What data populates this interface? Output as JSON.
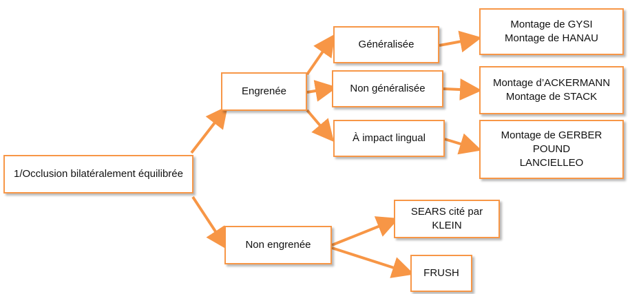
{
  "accent_color": "#f79646",
  "nodes": {
    "root": {
      "label": "1/Occlusion bilatéralement équilibrée"
    },
    "engrenee": {
      "label": "Engrenée"
    },
    "non_engrenee": {
      "label": "Non engrenée"
    },
    "generalisee": {
      "label": "Généralisée"
    },
    "non_generalisee": {
      "label": "Non généralisée"
    },
    "impact_lingual": {
      "label": "À impact lingual"
    },
    "gysi_hanau": {
      "lines": [
        "Montage de GYSI",
        "Montage de HANAU"
      ]
    },
    "ackermann_stack": {
      "lines": [
        "Montage d’ACKERMANN",
        "Montage de STACK"
      ]
    },
    "gerber_pound": {
      "lines": [
        "Montage de GERBER",
        "POUND",
        "LANCIELLEO"
      ]
    },
    "sears_klein": {
      "lines": [
        "SEARS cité par",
        "KLEIN"
      ]
    },
    "frush": {
      "label": "FRUSH"
    }
  }
}
